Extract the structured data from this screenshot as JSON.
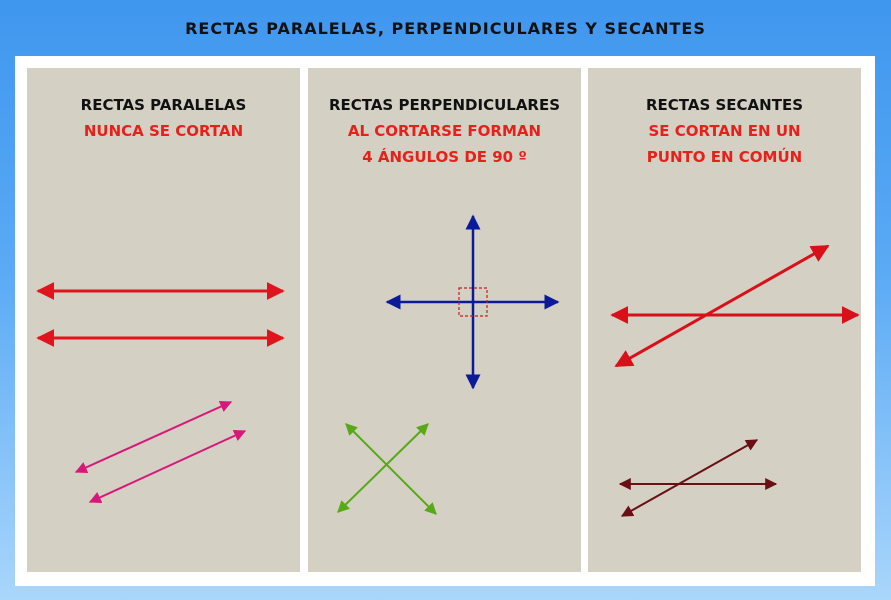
{
  "title": "RECTAS PARALELAS, PERPENDICULARES Y SECANTES",
  "panels": [
    {
      "heading": "RECTAS PARALELAS",
      "lines": [
        "NUNCA SE CORTAN"
      ]
    },
    {
      "heading": "RECTAS PERPENDICULARES",
      "lines": [
        "AL CORTARSE FORMAN",
        "4 ÁNGULOS DE 90 º"
      ]
    },
    {
      "heading": "RECTAS SECANTES",
      "lines": [
        "SE CORTAN EN UN",
        "PUNTO EN COMÚN"
      ]
    }
  ],
  "colors": {
    "parallel_red": "#e0141c",
    "parallel_pink": "#d8177a",
    "perp_blue": "#0a1a9a",
    "perp_green": "#58a818",
    "secant_red": "#d8101a",
    "secant_dark": "#6a0f14",
    "right_angle_marker": "#c0201a"
  }
}
